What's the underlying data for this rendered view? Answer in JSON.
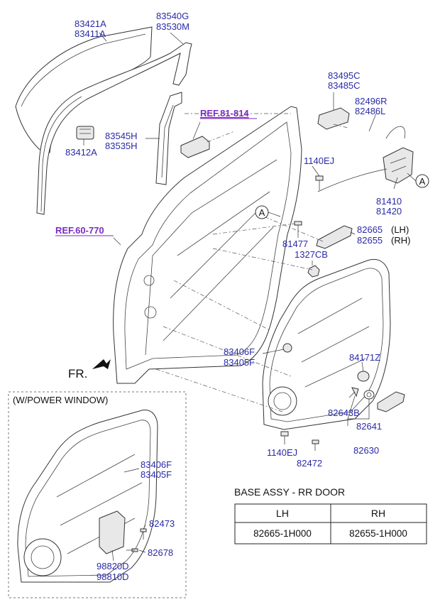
{
  "labels": {
    "p83421a": "83421A",
    "p83411a": "83411A",
    "p83540g": "83540G",
    "p83530m": "83530M",
    "p83412a": "83412A",
    "p83545h": "83545H",
    "p83535h": "83535H",
    "p83495c": "83495C",
    "p83485c": "83485C",
    "p82496r": "82496R",
    "p82486l": "82486L",
    "p1140ej_a": "1140EJ",
    "p81410": "81410",
    "p81420": "81420",
    "p82665": "82665",
    "p82665_side": "(LH)",
    "p82655": "82655",
    "p82655_side": "(RH)",
    "p81477": "81477",
    "p1327cb": "1327CB",
    "p83406f_a": "83406F",
    "p83405f_a": "83405F",
    "p84171z": "84171Z",
    "p82643b": "82643B",
    "p82641": "82641",
    "p82630": "82630",
    "p1140ej_b": "1140EJ",
    "p82472": "82472",
    "p83406f_b": "83406F",
    "p83405f_b": "83405F",
    "p82473": "82473",
    "p82678": "82678",
    "p98820d": "98820D",
    "p98810d": "98810D"
  },
  "refs": {
    "ref_81_814": "REF.81-814",
    "ref_60_770": "REF.60-770"
  },
  "markers": {
    "circle_a1": "A",
    "circle_a2": "A"
  },
  "direction": "FR.",
  "inset_title": "(W/POWER WINDOW)",
  "table": {
    "title": "BASE ASSY - RR DOOR",
    "headers": [
      "LH",
      "RH"
    ],
    "row": [
      "82665-1H000",
      "82655-1H000"
    ]
  }
}
